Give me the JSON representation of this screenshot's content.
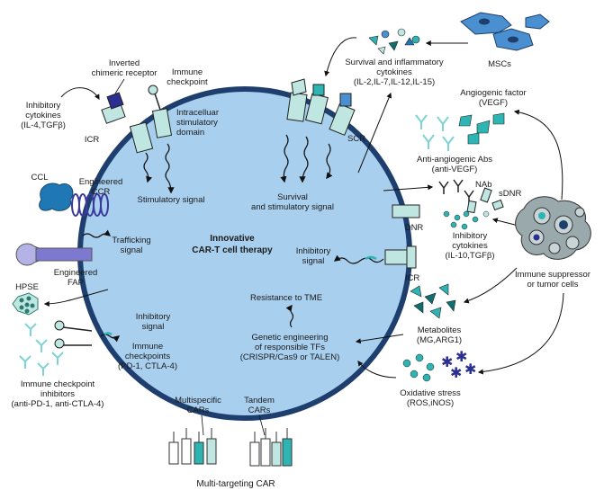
{
  "center_title": [
    "Innovative",
    "CAR-T cell therapy"
  ],
  "labels": {
    "inverted_receptor": [
      "Inverted",
      "chimeric receptor"
    ],
    "immune_checkpoint_top": [
      "Immune",
      "checkpoint"
    ],
    "inhibitory_cytokines_left": [
      "Inhibitory",
      "cytokines",
      "(IL-4,TGFβ)"
    ],
    "icr_left": "ICR",
    "intracellular_domain": [
      "Intracelluar",
      "stimulatory",
      "domain"
    ],
    "stimulatory_signal": "Stimulatory signal",
    "survival_cytokines": [
      "Survival and inflammatory",
      "cytokines",
      "(IL-2,IL-7,IL-12,IL-15)"
    ],
    "mscs": "MSCs",
    "scr": "SCR",
    "survival_signal": [
      "Survival",
      "and stimulatory signal"
    ],
    "angiogenic_factor": [
      "Angiogenic factor",
      "(VEGF)"
    ],
    "anti_angiogenic": [
      "Anti-angiogenic Abs",
      "(anti-VEGF)"
    ],
    "ccl": "CCL",
    "engineered_ccr": [
      "Engineered",
      "CCR"
    ],
    "trafficking_signal": [
      "Trafficking",
      "signal"
    ],
    "engineered_fap": [
      "Engineered",
      "FAP"
    ],
    "hpse": "HPSE",
    "nab": "NAb",
    "sdnr": "sDNR",
    "dnr": "DNR",
    "inhibitory_cytokines_right": [
      "Inhibitory",
      "cytokines",
      "(IL-10,TGFβ)"
    ],
    "inhibitory_signal_right": [
      "Inhibitory",
      "signal"
    ],
    "icr_right": "ICR",
    "immune_suppressor": [
      "Immune suppressor",
      "or tumor cells"
    ],
    "resistance_tme": "Resistance to TME",
    "genetic_engineering": [
      "Genetic engineering",
      "of responsible TFs",
      "(CRISPR/Cas9 or TALEN)"
    ],
    "metabolites": [
      "Metabolites",
      "(MG,ARG1)"
    ],
    "inhibitory_signal_left": [
      "Inhibitory",
      "signal"
    ],
    "immune_checkpoints": [
      "Immune",
      "checkpoints",
      "(PD-1, CTLA-4)"
    ],
    "checkpoint_inhibitors": [
      "Immune checkpoint",
      "inhibitors",
      "(anti-PD-1, anti-CTLA-4)"
    ],
    "oxidative_stress": [
      "Oxidative stress",
      "(ROS,iNOS)"
    ],
    "multispecific_cars": [
      "Multispecific",
      "CARs"
    ],
    "tandem_cars": [
      "Tandem",
      "CARs"
    ],
    "multi_targeting": "Multi-targeting CAR"
  },
  "colors": {
    "cell_fill": "#a9cfef",
    "cell_stroke": "#1e3f6e",
    "teal": "#2fb4b4",
    "light_teal": "#bfe6e0",
    "ccr_purple": "#3a3a9c",
    "ccl_blue": "#1f78b4",
    "fap_lavender": "#b5b2e6",
    "msc_blue": "#4a8fcf",
    "tumor_gray": "#9aa9ab"
  }
}
